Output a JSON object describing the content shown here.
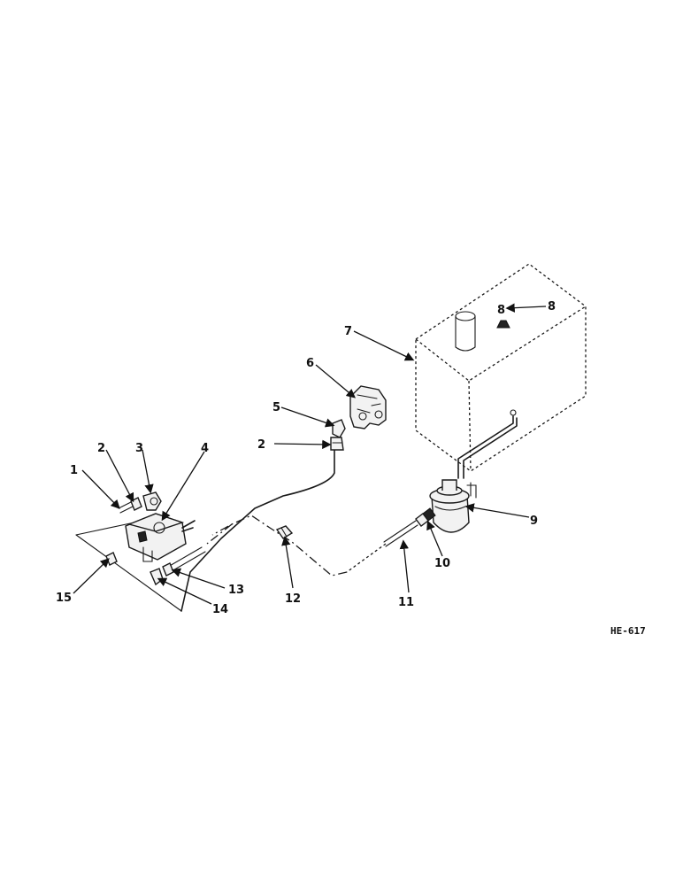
{
  "drawing_code": "HE-617",
  "callouts": [
    "1",
    "2",
    "3",
    "4",
    "5",
    "6",
    "7",
    "8",
    "8",
    "9",
    "10",
    "11",
    "12",
    "13",
    "14",
    "15",
    "2"
  ]
}
